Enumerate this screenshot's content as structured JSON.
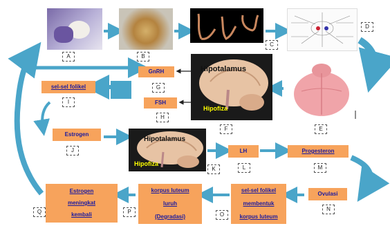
{
  "labels": {
    "A": "A",
    "B": "B",
    "C": "C",
    "D": "D",
    "E": "E",
    "F": "F",
    "G": "G",
    "H": "H",
    "I": "I",
    "J": "J",
    "K": "K",
    "L": "L",
    "M": "M",
    "N": "N",
    "O": "O",
    "P": "P",
    "Q": "Q"
  },
  "boxes": {
    "gnrh": "GnRH",
    "fsh": "FSH",
    "sel_folikel": "sel-sel folikel",
    "estrogen": "Estrogen",
    "lh": "LH",
    "progesteron": "Progesteron",
    "ovulasi": "Ovulasi",
    "sel_folikel_membentuk": [
      "sel-sel folikel",
      "membentuk",
      "korpus luteum"
    ],
    "korpus_luteum_luruh": [
      "korpus luteum",
      "luruh",
      "(Degradasi)"
    ],
    "estrogen_kembali": [
      "Estrogen",
      "meningkat",
      "kembali"
    ]
  },
  "brain_text": {
    "hipotalamus": "Hipotalamus",
    "hipofiza": "Hipofiza"
  },
  "colors": {
    "arrow": "#4aa5c9",
    "box": "#f7a35c",
    "box_text": "#1a1aa0",
    "brain_label": "#ffff00"
  }
}
